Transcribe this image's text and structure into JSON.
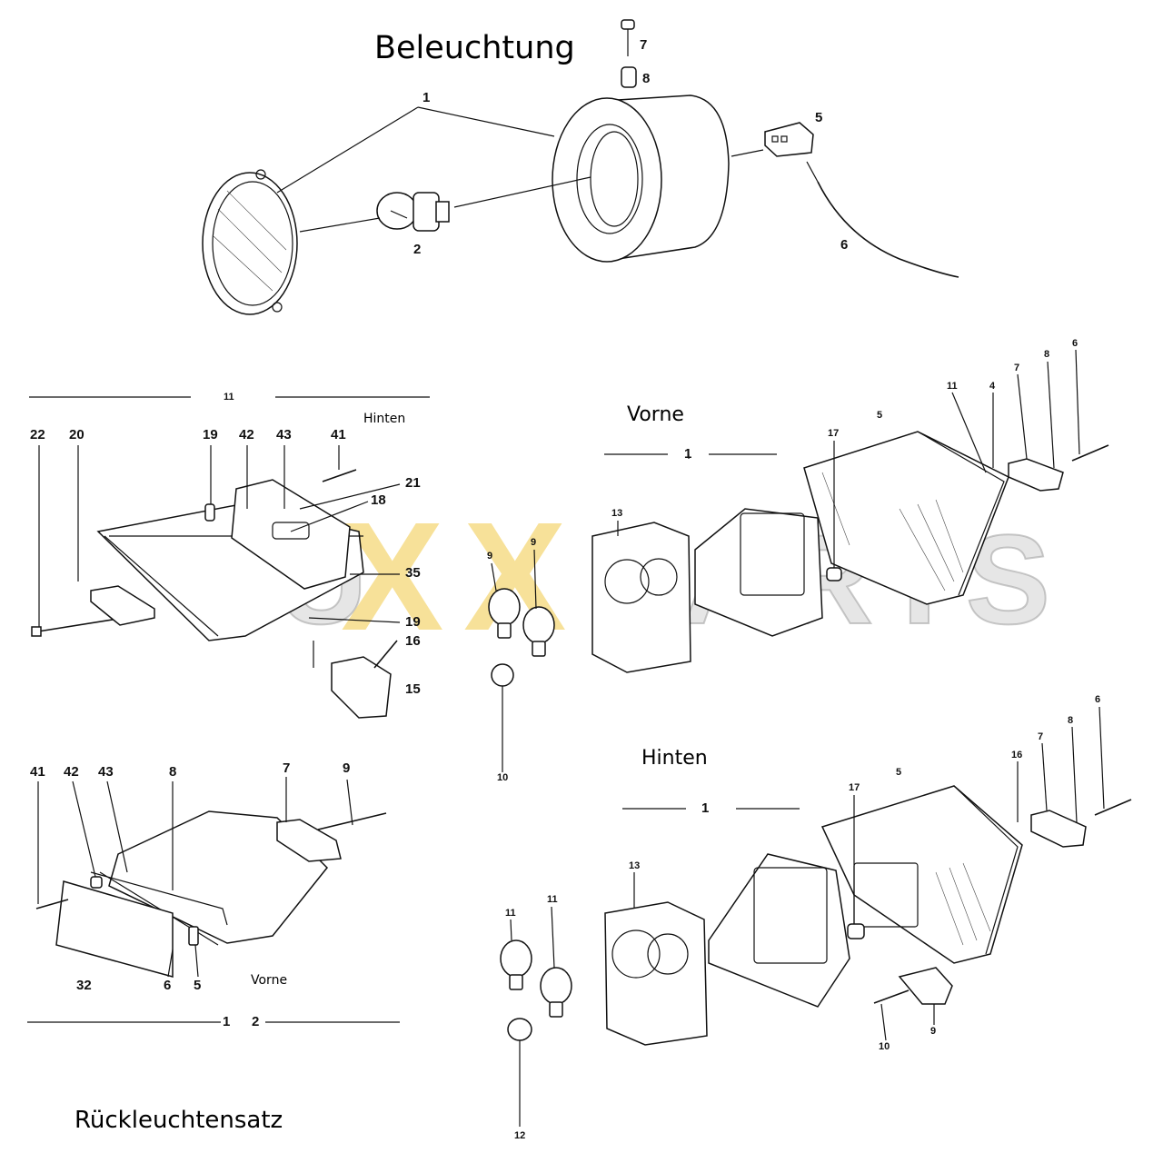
{
  "titles": {
    "main": "Beleuchtung",
    "front_section": "Vorne",
    "rear_section": "Hinten",
    "rear_small": "Hinten",
    "front_small": "Vorne",
    "bottom": "Rückleuchtensatz"
  },
  "watermark": {
    "left": "FU",
    "x1": "X",
    "x2": "X",
    "right": "PARTS"
  },
  "headlight_labels": [
    "1",
    "2",
    "5",
    "6",
    "7",
    "8"
  ],
  "side_light_rear_labels": [
    "11",
    "22",
    "20",
    "19",
    "42",
    "43",
    "41",
    "21",
    "18",
    "35",
    "19",
    "16",
    "15"
  ],
  "indicator_front_labels": [
    "1",
    "13",
    "9",
    "9",
    "10",
    "17",
    "5",
    "11",
    "4",
    "7",
    "8",
    "6"
  ],
  "side_light_front_labels": [
    "41",
    "42",
    "43",
    "8",
    "7",
    "9",
    "32",
    "6",
    "5",
    "1",
    "2"
  ],
  "indicator_rear_labels": [
    "1",
    "13",
    "11",
    "11",
    "12",
    "17",
    "5",
    "16",
    "7",
    "8",
    "6",
    "10",
    "9"
  ]
}
